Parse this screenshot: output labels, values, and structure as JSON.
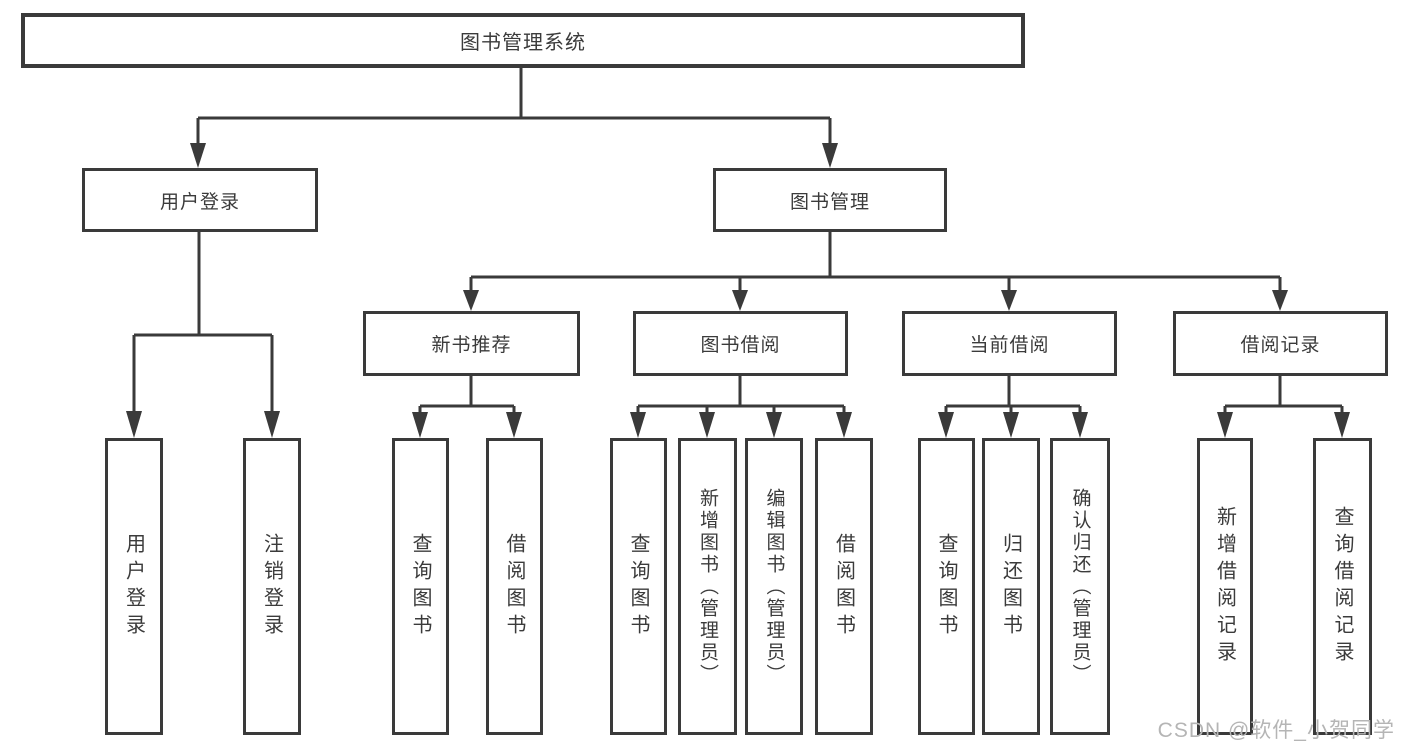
{
  "tree": {
    "root": "图书管理系统",
    "level2": [
      "用户登录",
      "图书管理"
    ],
    "level3": [
      "新书推荐",
      "图书借阅",
      "当前借阅",
      "借阅记录"
    ],
    "leaves": [
      "用户登录",
      "注销登录",
      "查询图书",
      "借阅图书",
      "查询图书",
      "新增图书（管理员）",
      "编辑图书（管理员）",
      "借阅图书",
      "查询图书",
      "归还图书",
      "确认归还（管理员）",
      "新增借阅记录",
      "查询借阅记录"
    ]
  },
  "watermark": "CSDN @软件_小贺同学",
  "colors": {
    "line": "#3a3a3a",
    "box_border": "#3a3a3a",
    "text": "#3b3b3b",
    "watermark": "#b5b5b5",
    "background": "#ffffff"
  }
}
